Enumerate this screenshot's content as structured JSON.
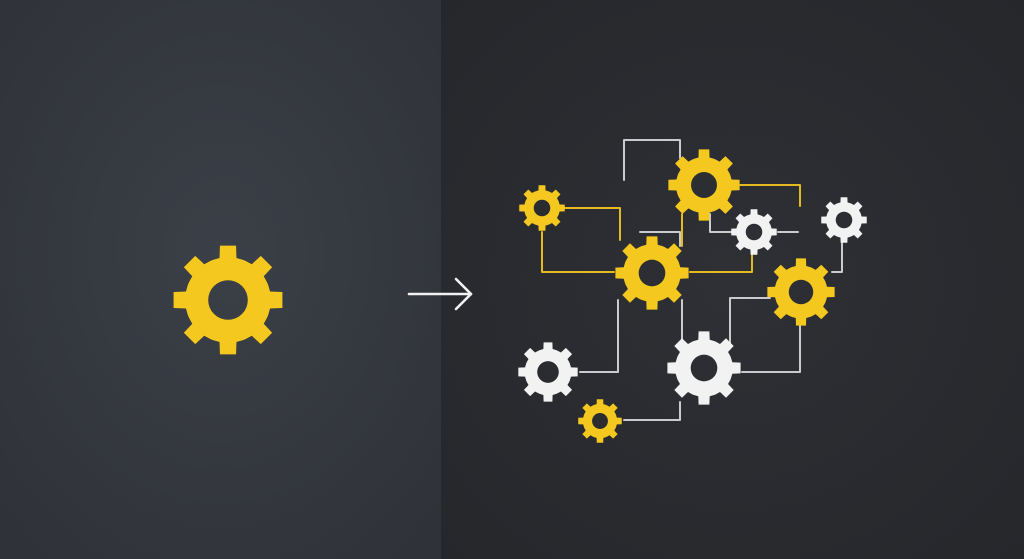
{
  "colors": {
    "left_panel_bg": "#363a41",
    "right_panel_bg": "#2a2c31",
    "gear_yellow": "#f4c81e",
    "gear_white": "#f2f2f2",
    "line_yellow": "#e3bb20",
    "line_white": "#c9cbcf",
    "arrow": "#f2f2f2"
  },
  "icons": {
    "single_gear": "gear-icon",
    "arrow": "arrow-right-icon",
    "network_gear": "gear-icon"
  },
  "network": {
    "gears": [
      {
        "name": "gear-yellow-top-left",
        "color": "yellow"
      },
      {
        "name": "gear-yellow-top",
        "color": "yellow"
      },
      {
        "name": "gear-white-upper-mid",
        "color": "white"
      },
      {
        "name": "gear-white-upper-right",
        "color": "white"
      },
      {
        "name": "gear-yellow-center",
        "color": "yellow"
      },
      {
        "name": "gear-yellow-right",
        "color": "yellow"
      },
      {
        "name": "gear-white-lower-left",
        "color": "white"
      },
      {
        "name": "gear-white-lower-center",
        "color": "white"
      },
      {
        "name": "gear-yellow-bottom",
        "color": "yellow"
      }
    ]
  }
}
